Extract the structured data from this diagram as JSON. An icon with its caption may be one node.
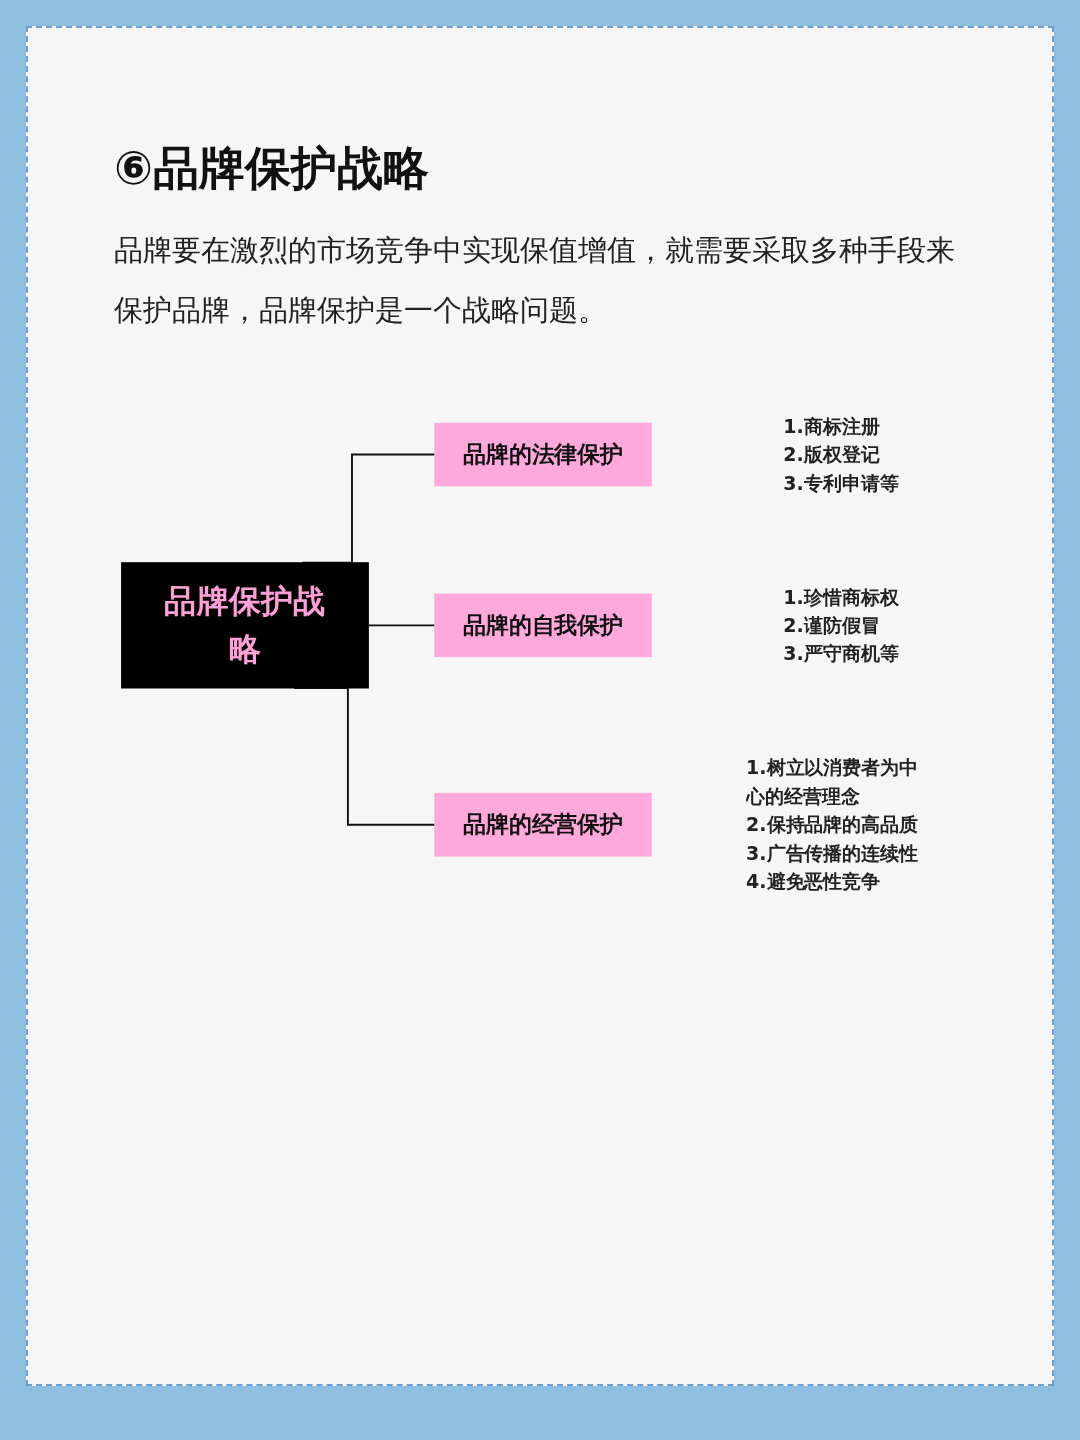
{
  "diagram": {
    "title": "⑥品牌保护战略",
    "nodes": [
      {
        "text": [
          "品牌保护战略"
        ]
      },
      {
        "text": [
          "品牌的法律保护"
        ],
        "beside": [
          "1.商标注册",
          "2.版权登记",
          "3.专利申请等"
        ]
      },
      {
        "text": [
          "品牌的自我保护"
        ],
        "beside": [
          "1.珍惜商标权",
          "2.谨防假冒",
          "3.严守商机等"
        ]
      },
      {
        "text": [
          "品牌的经营保护"
        ],
        "beside": [
          "1.树立以消费者为中心的经营理念",
          "2.保持品牌的高品质",
          "3.广告传播的连续性",
          "4.避免恶性竞争"
        ]
      }
    ],
    "edges": [
      {
        "from": 0,
        "to": 1,
        "arrow": "none"
      },
      {
        "from": 0,
        "to": 2,
        "arrow": "none"
      },
      {
        "from": 0,
        "to": 3,
        "arrow": "none"
      }
    ],
    "labels": [
      "品牌要在激烈的市场竞争中实现保值增值，就需要采取多种手段来保护品牌，品牌保护是一个战略问题。"
    ]
  }
}
